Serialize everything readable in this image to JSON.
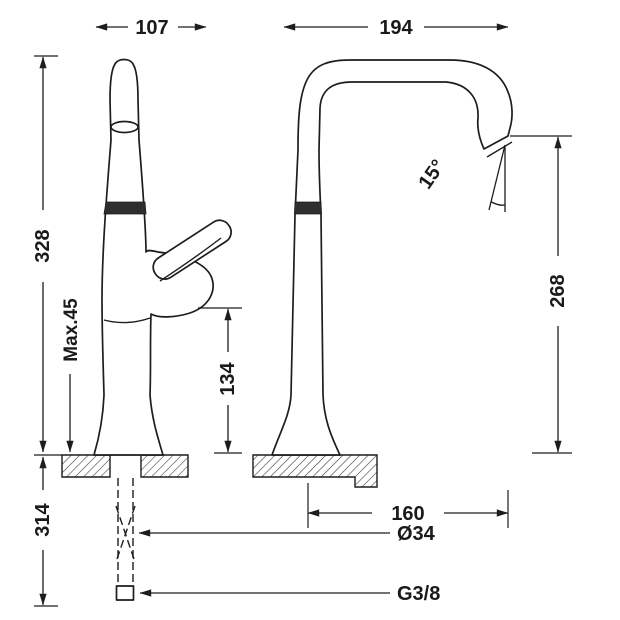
{
  "drawing": {
    "title": "faucet-dimension-drawing",
    "colors": {
      "line": "#1d1d1b",
      "background": "#ffffff",
      "text": "#1a1a1a"
    },
    "labels": {
      "width_left": "107",
      "width_right": "194",
      "height_total": "328",
      "deck_max": "Max.45",
      "handle_height": "134",
      "spout_height": "268",
      "spout_angle": "15°",
      "below_depth": "314",
      "hole_diameter": "Ø34",
      "thread": "G3/8",
      "spout_reach": "160"
    }
  }
}
